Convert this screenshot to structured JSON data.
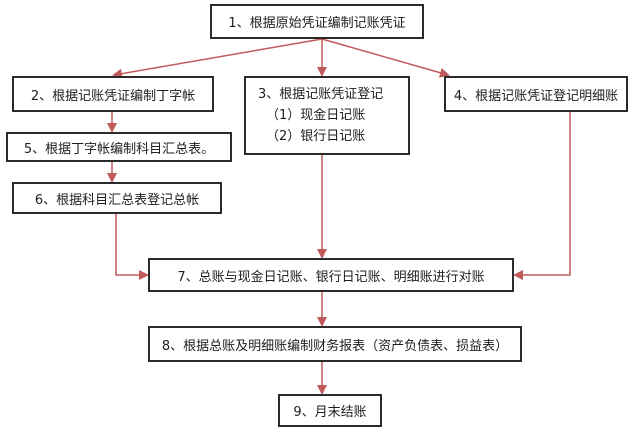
{
  "flowchart": {
    "steps": {
      "s1": "1、根据原始凭证编制记账凭证",
      "s2": "2、根据记账凭证编制丁字帐",
      "s3": {
        "title": "3、根据记账凭证登记",
        "sub1": "（1）现金日记账",
        "sub2": "（2）银行日记账"
      },
      "s4": "4、根据记账凭证登记明细账",
      "s5": "5、根据丁字帐编制科目汇总表。",
      "s6": "6、根据科目汇总表登记总帐",
      "s7": "7、总账与现金日记账、银行日记账、明细账进行对账",
      "s8": "8、根据总账及明细账编制财务报表（资产负债表、损益表）",
      "s9": "9、月末结账"
    }
  },
  "colors": {
    "arrow": "#c05a5a",
    "box_border": "#2b2b2b",
    "text": "#1e1e1e",
    "background": "#ffffff"
  }
}
